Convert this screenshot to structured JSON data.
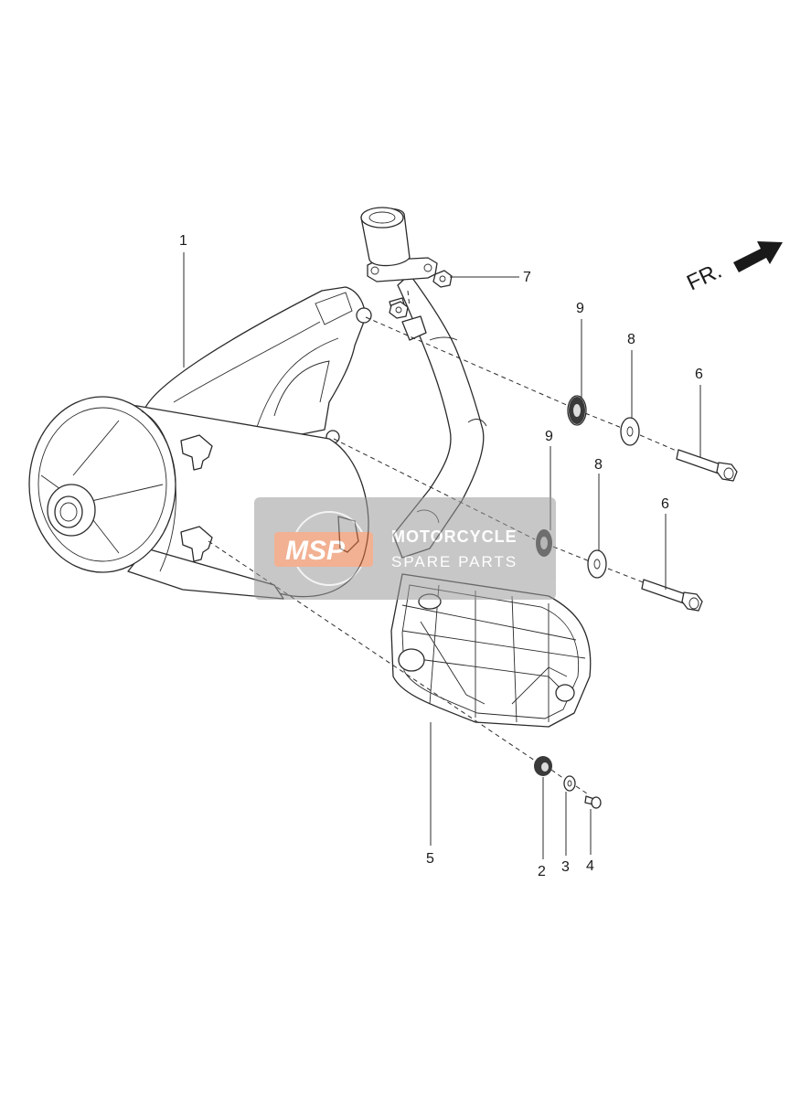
{
  "direction": {
    "label": "FR.",
    "icon": "front-arrow-icon"
  },
  "callouts": {
    "c1": "1",
    "c2": "2",
    "c3": "3",
    "c4": "4",
    "c5": "5",
    "c6a": "6",
    "c6b": "6",
    "c7": "7",
    "c8a": "8",
    "c8b": "8",
    "c9a": "9",
    "c9b": "9"
  },
  "watermark": {
    "logo": "MSP",
    "line1": "MOTORCYCLE",
    "line2": "SPARE PARTS"
  },
  "colors": {
    "watermark_bg": "#9a9a9a",
    "watermark_logo": "#e8733a",
    "line": "#2b2b2b"
  }
}
